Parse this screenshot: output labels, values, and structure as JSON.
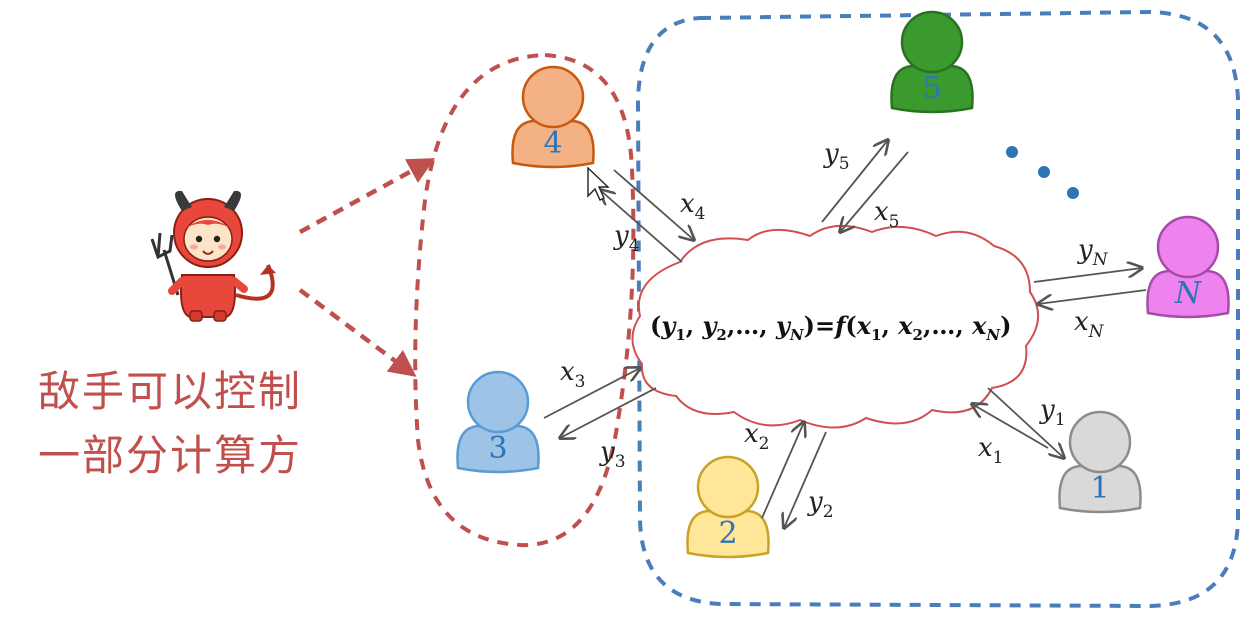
{
  "caption": {
    "line1": "敌手可以控制",
    "line2": "一部分计算方"
  },
  "formula": "(y₁, y₂,…, yₙ)=f(x₁, x₂,…, xₙ)",
  "nodes": [
    {
      "id": "1",
      "label": "1",
      "fill": "#d9d9d9",
      "stroke": "#8c8c8c"
    },
    {
      "id": "2",
      "label": "2",
      "fill": "#ffe699",
      "stroke": "#c9a227"
    },
    {
      "id": "3",
      "label": "3",
      "fill": "#9dc3e6",
      "stroke": "#5b9bd5"
    },
    {
      "id": "4",
      "label": "4",
      "fill": "#f4b183",
      "stroke": "#c55a11"
    },
    {
      "id": "5",
      "label": "5",
      "fill": "#3a9a2e",
      "stroke": "#2a7221"
    },
    {
      "id": "N",
      "label": "N",
      "fill": "#ee82ee",
      "stroke": "#a64ca6"
    }
  ],
  "edges": [
    {
      "node": "1",
      "in_var": "x",
      "in_sub": "1",
      "out_var": "y",
      "out_sub": "1"
    },
    {
      "node": "2",
      "in_var": "x",
      "in_sub": "2",
      "out_var": "y",
      "out_sub": "2"
    },
    {
      "node": "3",
      "in_var": "x",
      "in_sub": "3",
      "out_var": "y",
      "out_sub": "3"
    },
    {
      "node": "4",
      "in_var": "x",
      "in_sub": "4",
      "out_var": "y",
      "out_sub": "4"
    },
    {
      "node": "5",
      "in_var": "x",
      "in_sub": "5",
      "out_var": "y",
      "out_sub": "5"
    },
    {
      "node": "N",
      "in_var": "x",
      "in_sub": "N",
      "out_var": "y",
      "out_sub": "N"
    }
  ],
  "colors": {
    "adversary_group": "#c0504d",
    "honest_group": "#4a7ebb",
    "cloud_stroke": "#d05050",
    "arrow": "#555555",
    "ellipsis_dots": "#2e75b6"
  },
  "icons": {
    "adversary": "devil-icon"
  }
}
